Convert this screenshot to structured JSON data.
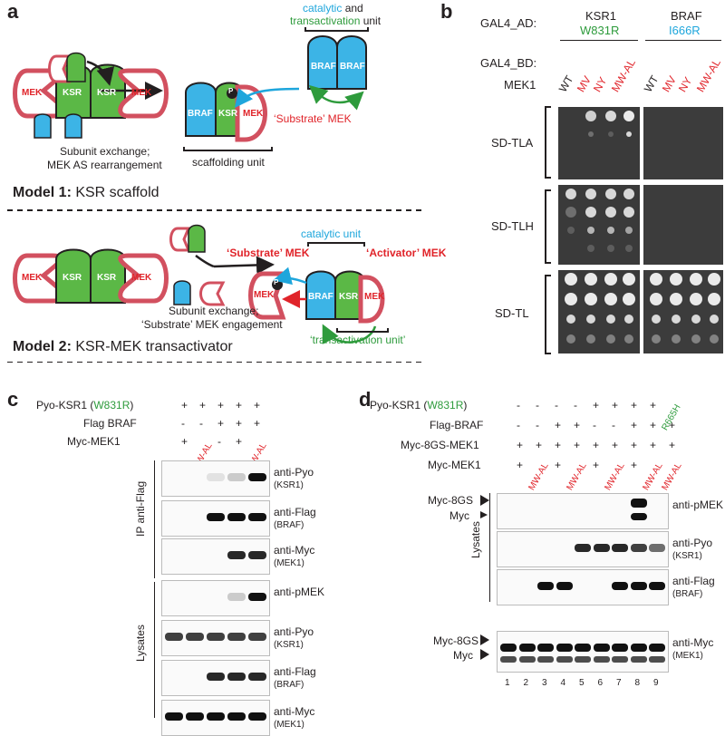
{
  "panel_a": {
    "letter": "a",
    "model1": {
      "label_bold": "Model 1:",
      "label_rest": " KSR scaffold",
      "catalytic_word": "catalytic",
      "and_word": " and",
      "transactivation_word": "transactivation",
      "unit_word": " unit",
      "substrate_mek": "‘Substrate’ MEK",
      "scaffolding_unit": "scaffolding unit",
      "exchange_line1": "Subunit exchange;",
      "exchange_line2": "MEK AS rearrangement"
    },
    "model2": {
      "label_bold": "Model 2:",
      "label_rest": " KSR-MEK transactivator",
      "catalytic_unit": "catalytic unit",
      "substrate_mek": "‘Substrate’ MEK",
      "activator_mek": "‘Activator’ MEK",
      "transactivation_unit": "‘transactivation unit’",
      "exchange_line1": "Subunit exchange;",
      "exchange_line2": "‘Substrate’ MEK engagement"
    },
    "shapes": {
      "mek": "MEK",
      "ksr": "KSR",
      "braf": "BRAF",
      "phospho": "P"
    },
    "colors": {
      "mek": "#d2505f",
      "ksr": "#5bb846",
      "braf": "#3cb4e6"
    }
  },
  "panel_b": {
    "letter": "b",
    "gal4_ad": "GAL4_AD:",
    "gal4_bd": "GAL4_BD:",
    "mek1": "MEK1",
    "ksr1": "KSR1",
    "ksr1_mut": "W831R",
    "braf": "BRAF",
    "braf_mut": "I666R",
    "bd_labels": [
      "WT",
      "MV",
      "NY",
      "MW-AL"
    ],
    "media": [
      "SD-TLA",
      "SD-TLH",
      "SD-TL"
    ]
  },
  "panel_c": {
    "letter": "c",
    "rows": [
      {
        "label": "Pyo-KSR1 (",
        "mut": "W831R",
        "close": ")",
        "marks": [
          "+",
          "+",
          "+",
          "+",
          "+"
        ]
      },
      {
        "label": "Flag BRAF",
        "marks": [
          "-",
          "-",
          "+",
          "+",
          "+"
        ]
      },
      {
        "label": "Myc-MEK1",
        "marks": [
          "+",
          "MW-AL",
          "-",
          "+",
          "MW-AL"
        ]
      }
    ],
    "ip_label": "IP anti-Flag",
    "lys_label": "Lysates",
    "blots": [
      {
        "ab": "anti-Pyo",
        "target": "(KSR1)"
      },
      {
        "ab": "anti-Flag",
        "target": "(BRAF)"
      },
      {
        "ab": "anti-Myc",
        "target": "(MEK1)"
      },
      {
        "ab": "anti-pMEK",
        "target": ""
      },
      {
        "ab": "anti-Pyo",
        "target": "(KSR1)"
      },
      {
        "ab": "anti-Flag",
        "target": "(BRAF)"
      },
      {
        "ab": "anti-Myc",
        "target": "(MEK1)"
      }
    ]
  },
  "panel_d": {
    "letter": "d",
    "rows": [
      {
        "label": "Pyo-KSR1 (",
        "mut": "W831R",
        "close": ")",
        "marks": [
          "-",
          "-",
          "-",
          "-",
          "+",
          "+",
          "+",
          "+",
          "R665H"
        ]
      },
      {
        "label": "Flag-BRAF",
        "marks": [
          "-",
          "-",
          "+",
          "+",
          "-",
          "-",
          "+",
          "+",
          "+"
        ]
      },
      {
        "label": "Myc-8GS-MEK1",
        "marks": [
          "+",
          "+",
          "+",
          "+",
          "+",
          "+",
          "+",
          "+",
          "+"
        ]
      },
      {
        "label": "Myc-MEK1",
        "marks": [
          "+",
          "MW-AL",
          "+",
          "MW-AL",
          "+",
          "MW-AL",
          "+",
          "MW-AL",
          "MW-AL"
        ]
      }
    ],
    "lys_label": "Lysates",
    "band_labels": [
      "Myc-8GS",
      "Myc",
      "Myc-8GS",
      "Myc"
    ],
    "blots": [
      {
        "ab": "anti-pMEK",
        "target": ""
      },
      {
        "ab": "anti-Pyo",
        "target": "(KSR1)"
      },
      {
        "ab": "anti-Flag",
        "target": "(BRAF)"
      },
      {
        "ab": "anti-Myc",
        "target": "(MEK1)"
      }
    ],
    "lanes": [
      "1",
      "2",
      "3",
      "4",
      "5",
      "6",
      "7",
      "8",
      "9"
    ]
  }
}
